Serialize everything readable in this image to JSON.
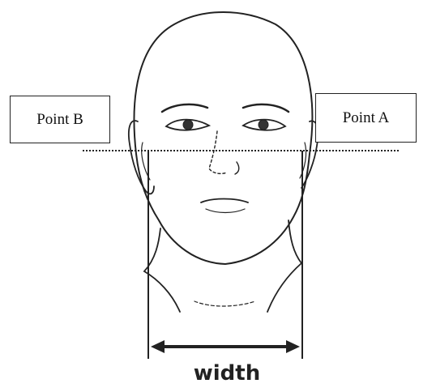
{
  "labels": {
    "point_b": "Point B",
    "point_a": "Point A",
    "measure": "width"
  },
  "icons": {
    "figure": "head-sketch-icon",
    "measure_arrow": "double-arrow-icon"
  },
  "colors": {
    "ink": "#222222",
    "background": "#ffffff"
  }
}
